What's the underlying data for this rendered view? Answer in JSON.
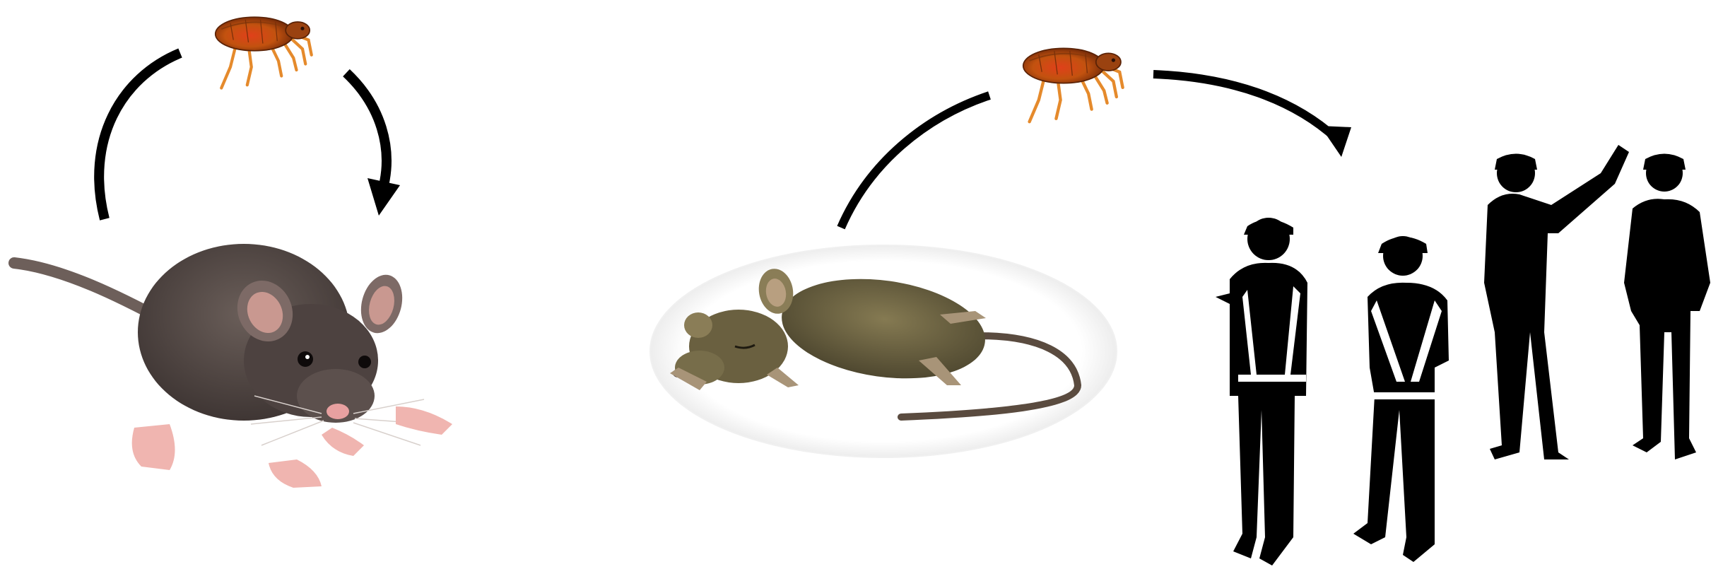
{
  "diagram": {
    "panels": [
      {
        "id": "rat-flea-cycle",
        "host": "live-rat",
        "vector": "flea",
        "flow": "cycle"
      },
      {
        "id": "rat-to-human",
        "source": "dead-rat",
        "vector": "flea",
        "target": "human-group",
        "flow": "one-way"
      }
    ],
    "human_group_count": 4
  },
  "colors": {
    "background": "#ffffff",
    "arrow": "#000000",
    "silhouette": "#000000",
    "vest": "#ffffff",
    "flea_body": "#c2520f",
    "flea_dark": "#6b2608",
    "flea_legs": "#e58a2c",
    "rat_fur": "#544a47",
    "rat_fur_light": "#6a5e59",
    "rat_pink": "#f0b5b0",
    "dead_rat_fur": "#6f6540",
    "dead_rat_tail": "#5a4b3f",
    "ellipse_shadow": "#f2f2f2"
  }
}
